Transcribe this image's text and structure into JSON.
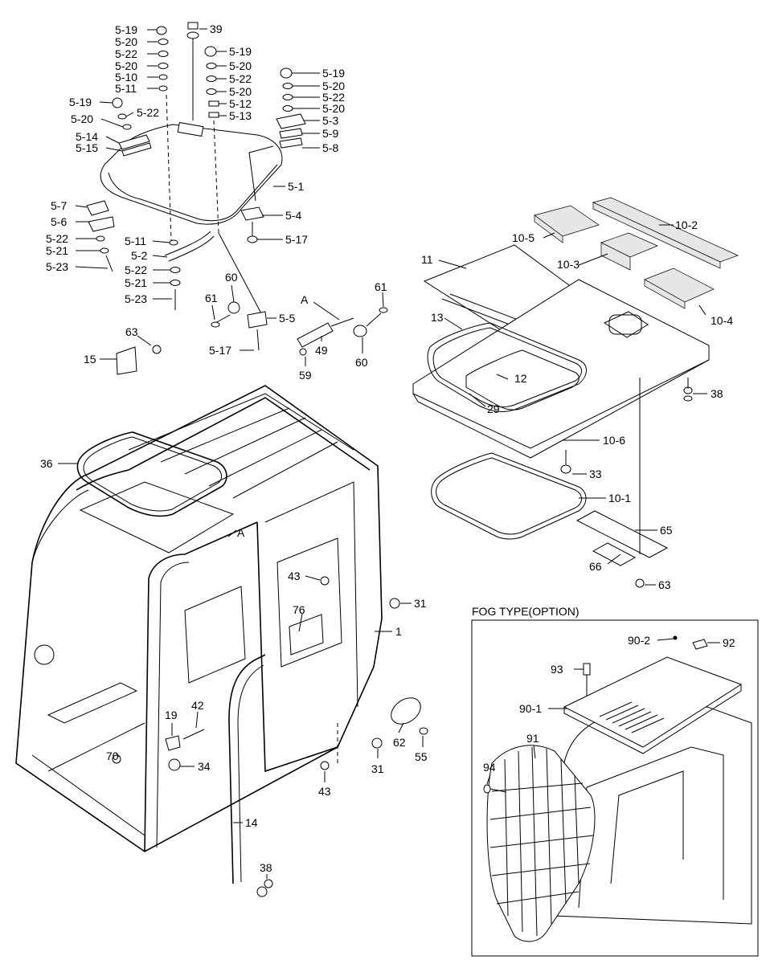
{
  "section_title": "FOG TYPE(OPTION)",
  "callouts": {
    "c_519a": "5-19",
    "c_520a": "5-20",
    "c_522a": "5-22",
    "c_520b": "5-20",
    "c_510": "5-10",
    "c_511a": "5-11",
    "c_519b": "5-19",
    "c_520c": "5-20",
    "c_522b": "5-22",
    "c_514": "5-14",
    "c_515": "5-15",
    "c_39": "39",
    "c_519c": "5-19",
    "c_520d": "5-20",
    "c_522c": "5-22",
    "c_520e": "5-20",
    "c_512": "5-12",
    "c_513": "5-13",
    "c_519d": "5-19",
    "c_520f": "5-20",
    "c_522d": "5-22",
    "c_520g": "5-20",
    "c_53": "5-3",
    "c_59": "5-9",
    "c_58": "5-8",
    "c_51": "5-1",
    "c_54": "5-4",
    "c_517a": "5-17",
    "c_57": "5-7",
    "c_56": "5-6",
    "c_522e": "5-22",
    "c_521a": "5-21",
    "c_523a": "5-23",
    "c_511b": "5-11",
    "c_52": "5-2",
    "c_522f": "5-22",
    "c_521b": "5-21",
    "c_523b": "5-23",
    "c_60a": "60",
    "c_61a": "61",
    "c_55": "5-5",
    "c_517b": "5-17",
    "c_A1": "A",
    "c_61b": "61",
    "c_49": "49",
    "c_59b": "59",
    "c_60b": "60",
    "c_63a": "63",
    "c_15": "15",
    "c_102": "10-2",
    "c_105": "10-5",
    "c_103": "10-3",
    "c_104": "10-4",
    "c_11": "11",
    "c_13": "13",
    "c_12": "12",
    "c_29": "29",
    "c_38a": "38",
    "c_106": "10-6",
    "c_33": "33",
    "c_101": "10-1",
    "c_65": "65",
    "c_66": "66",
    "c_63b": "63",
    "c_36": "36",
    "c_A2": "A",
    "c_43a": "43",
    "c_31a": "31",
    "c_76": "76",
    "c_1": "1",
    "c_19": "19",
    "c_42": "42",
    "c_70": "70",
    "c_34": "34",
    "c_62": "62",
    "c_55b": "55",
    "c_31b": "31",
    "c_43b": "43",
    "c_14": "14",
    "c_38b": "38",
    "c_902": "90-2",
    "c_92": "92",
    "c_93": "93",
    "c_901": "90-1",
    "c_91": "91",
    "c_94": "94"
  }
}
